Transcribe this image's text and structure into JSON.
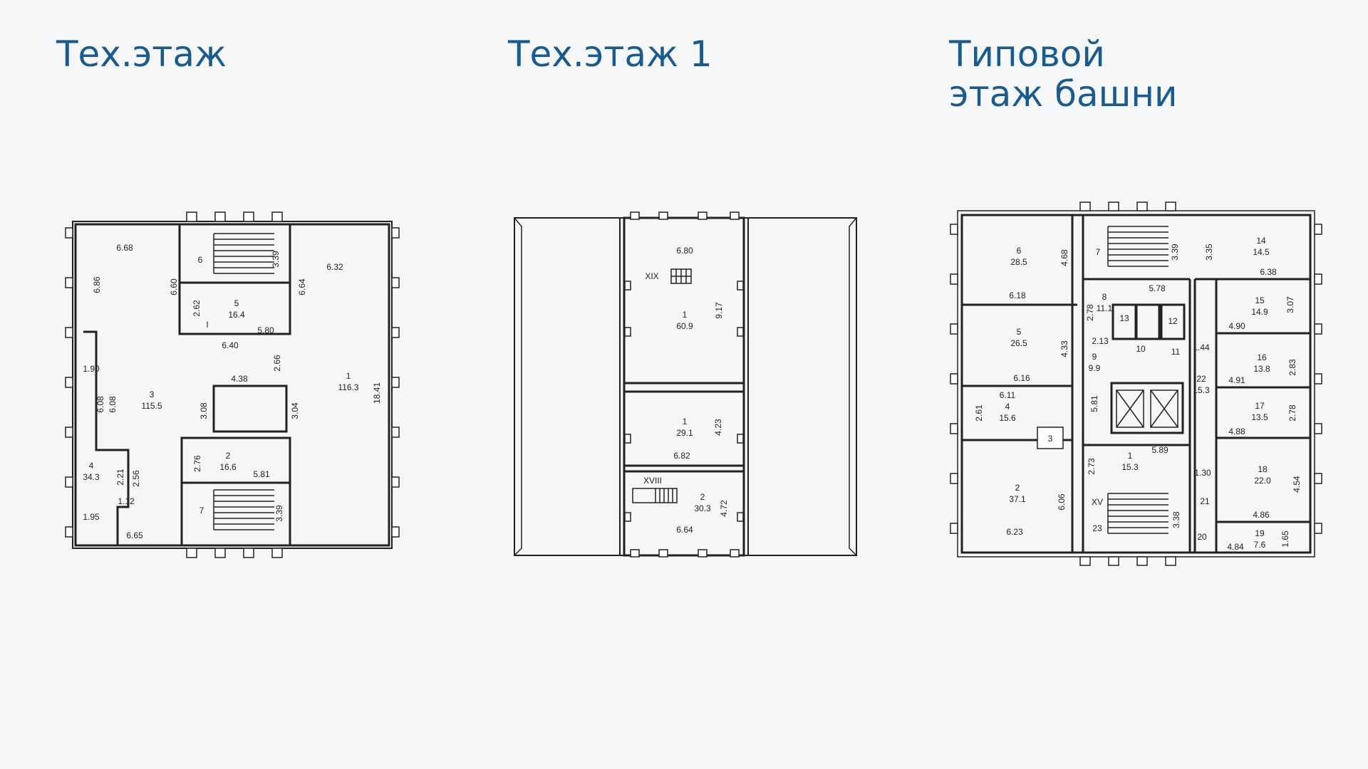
{
  "titles": {
    "tech_floor": "Тех.этаж",
    "tech_floor_1": "Тех.этаж 1",
    "tower_floor_line1": "Типовой",
    "tower_floor_line2": "этаж башни"
  },
  "colors": {
    "title": "#1b5a8c",
    "background": "#f4f6f8",
    "wall": "#222222"
  },
  "plans": {
    "tech_floor": {
      "labels": [
        "6.68",
        "6.86",
        "6",
        "3.39",
        "6.60",
        "6.64",
        "6.32",
        "2.62",
        "5",
        "16.4",
        "I",
        "5.80",
        "6.40",
        "2.66",
        "1",
        "116.3",
        "18.41",
        "1.90",
        "6.08",
        "6.08",
        "3",
        "115.5",
        "4.38",
        "3.08",
        "3.04",
        "2.76",
        "2",
        "16.6",
        "5.81",
        "4",
        "34.3",
        "2.21",
        "2.56",
        "1.12",
        "7",
        "3.39",
        "1.95",
        "6.65"
      ]
    },
    "tech_floor_1": {
      "labels": [
        "6.80",
        "XIX",
        "1",
        "60.9",
        "9.17",
        "1",
        "29.1",
        "4.23",
        "6.82",
        "XVIII",
        "2",
        "30.3",
        "4.72",
        "6.64"
      ]
    },
    "tower_floor": {
      "labels": [
        "6",
        "28.5",
        "4.68",
        "7",
        "3.39",
        "3.35",
        "14",
        "14.5",
        "6.38",
        "6.18",
        "8",
        "11.1",
        "5.78",
        "2.78",
        "13",
        "12",
        "15",
        "14.9",
        "3.07",
        "4.90",
        "5",
        "26.5",
        "4.33",
        "2.13",
        "10",
        "11",
        "1.44",
        "9",
        "9.9",
        "16",
        "13.8",
        "2.83",
        "4.91",
        "6.16",
        "22",
        "15.3",
        "6.11",
        "4",
        "15.6",
        "2.61",
        "5.81",
        "17",
        "13.5",
        "2.78",
        "4.88",
        "3",
        "5.89",
        "1",
        "15.3",
        "2.73",
        "1.30",
        "18",
        "22.0",
        "4.54",
        "2",
        "37.1",
        "6.06",
        "XV",
        "21",
        "4.86",
        "23",
        "3.38",
        "6.23",
        "20",
        "4.84",
        "19",
        "7.6",
        "1.65"
      ]
    }
  }
}
